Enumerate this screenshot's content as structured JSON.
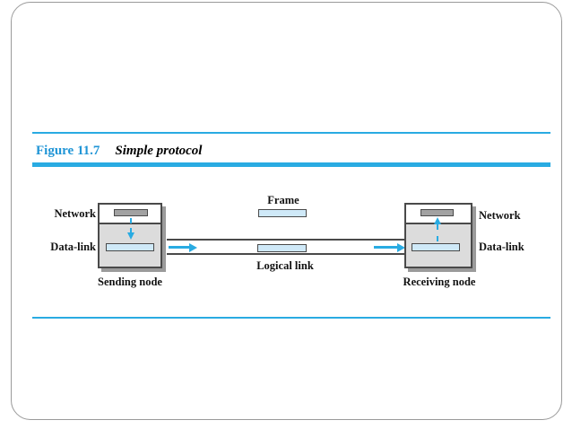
{
  "slide": {
    "figure_label": "Figure 11.7",
    "figure_title": "Simple protocol"
  },
  "diagram": {
    "frame_label": "Frame",
    "logical_link_label": "Logical link",
    "sending_node": {
      "layers": [
        "Network",
        "Data-link"
      ],
      "caption": "Sending node"
    },
    "receiving_node": {
      "layers": [
        "Network",
        "Data-link"
      ],
      "caption": "Receiving node"
    },
    "icons": {
      "send_handoff": "dashed-down-arrow",
      "transmit": "solid-right-arrow",
      "receive": "solid-right-arrow",
      "deliver_handoff": "dashed-up-arrow"
    }
  },
  "colors": {
    "accent": "#29abe2",
    "figure_label_blue": "#2095d6",
    "node_fill": "#dcdcdc",
    "packet_fill": "#a2a2a2",
    "frame_fill": "#cfe9f8",
    "outline": "#4a4a4a",
    "shadow": "#9b9b9b",
    "border_gray": "#9a9a9a"
  }
}
